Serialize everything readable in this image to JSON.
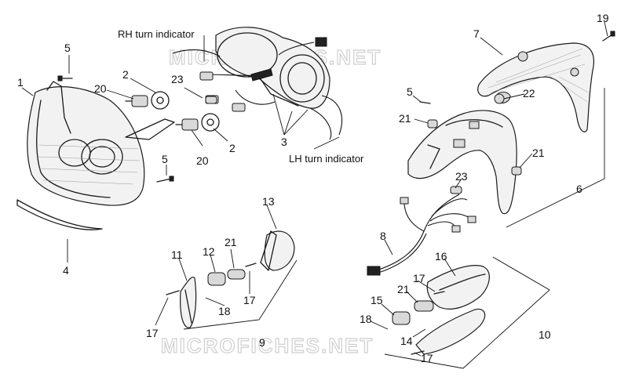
{
  "watermark": {
    "top": "MICROFICHES.NET",
    "bottom": "MICROFICHES.NET"
  },
  "annotations": {
    "rh_turn_indicator": "RH turn indicator",
    "lh_turn_indicator": "LH turn indicator"
  },
  "callouts": {
    "c1": "1",
    "c2a": "2",
    "c2b": "2",
    "c3": "3",
    "c4": "4",
    "c5a": "5",
    "c5b": "5",
    "c5c": "5",
    "c6": "6",
    "c7": "7",
    "c8": "8",
    "c9": "9",
    "c10": "10",
    "c11": "11",
    "c12": "12",
    "c13": "13",
    "c14": "14",
    "c15": "15",
    "c16": "16",
    "c17a": "17",
    "c17b": "17",
    "c17c": "17",
    "c17d": "17",
    "c18a": "18",
    "c18b": "18",
    "c19": "19",
    "c20a": "20",
    "c20b": "20",
    "c21a": "21",
    "c21b": "21",
    "c21c": "21",
    "c21d": "21",
    "c22": "22",
    "c23a": "23",
    "c23b": "23"
  }
}
